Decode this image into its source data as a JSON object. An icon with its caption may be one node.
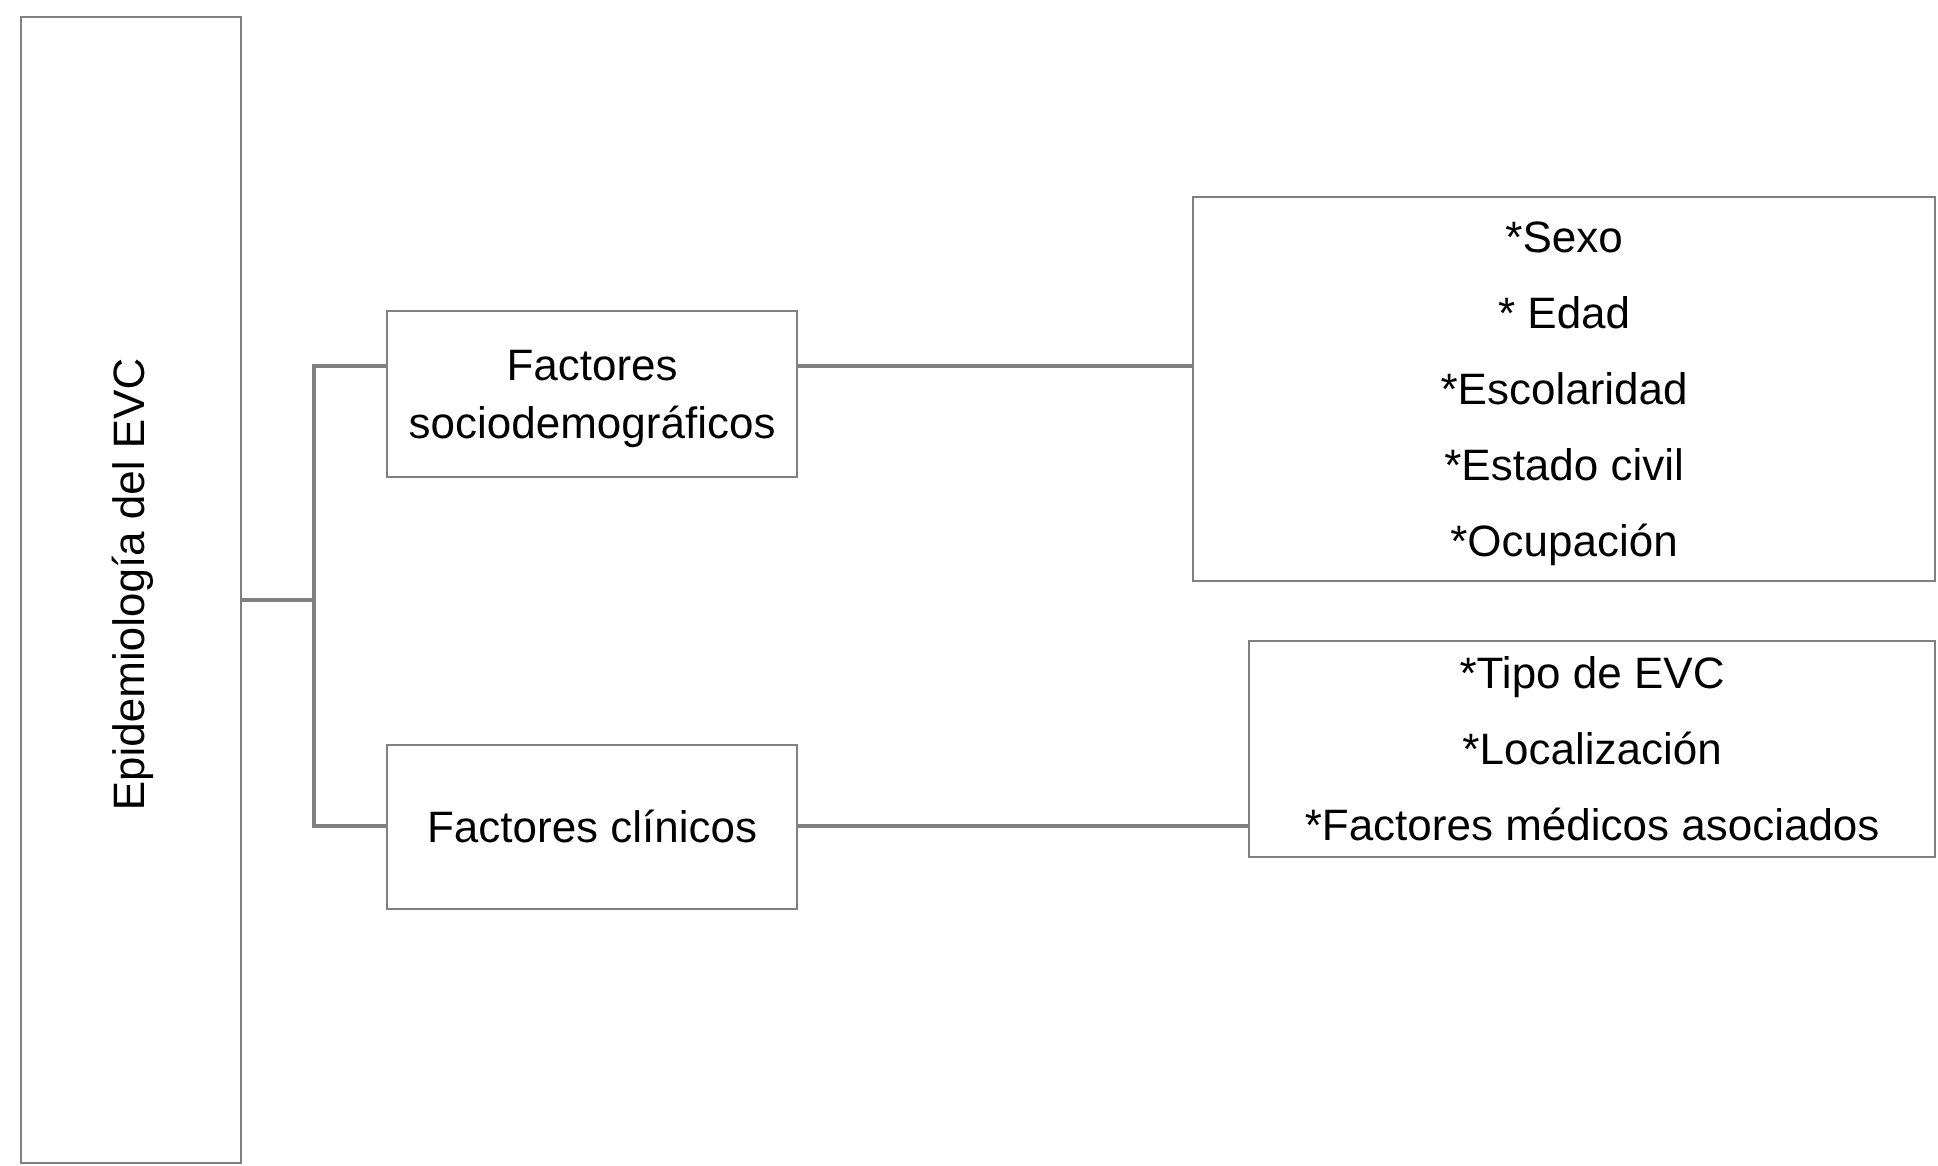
{
  "diagram": {
    "nodes": [
      {
        "text": [
          "Epidemiología del EVC"
        ]
      },
      {
        "text": [
          "Factores sociodemográficos"
        ]
      },
      {
        "text": [
          "Factores clínicos"
        ]
      },
      {
        "text": [
          "*Sexo",
          "* Edad",
          "*Escolaridad",
          "*Estado civil",
          "*Ocupación"
        ]
      },
      {
        "text": [
          "*Tipo de EVC",
          "*Localización",
          "*Factores médicos asociados"
        ]
      }
    ],
    "edges": [
      {
        "from": 0,
        "to": 1,
        "arrow": "none"
      },
      {
        "from": 0,
        "to": 2,
        "arrow": "none"
      },
      {
        "from": 1,
        "to": 3,
        "arrow": "none"
      },
      {
        "from": 2,
        "to": 4,
        "arrow": "none"
      }
    ]
  }
}
